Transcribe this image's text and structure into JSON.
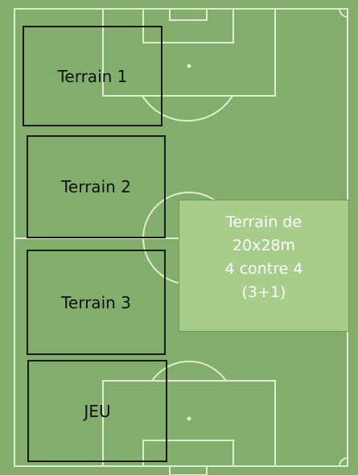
{
  "colors": {
    "pitch": "#82ad6d",
    "lines": "#dfeecf",
    "zone_border": "#1a1a1a",
    "info_box": "#a6ce8a",
    "info_text": "#ffffff"
  },
  "zones": [
    {
      "label": "Terrain 1"
    },
    {
      "label": "Terrain 2"
    },
    {
      "label": "Terrain 3"
    },
    {
      "label": "JEU"
    }
  ],
  "info_box": {
    "line1": "Terrain de",
    "line2": "20x28m",
    "line3": "4 contre 4",
    "line4": "(3+1)"
  }
}
